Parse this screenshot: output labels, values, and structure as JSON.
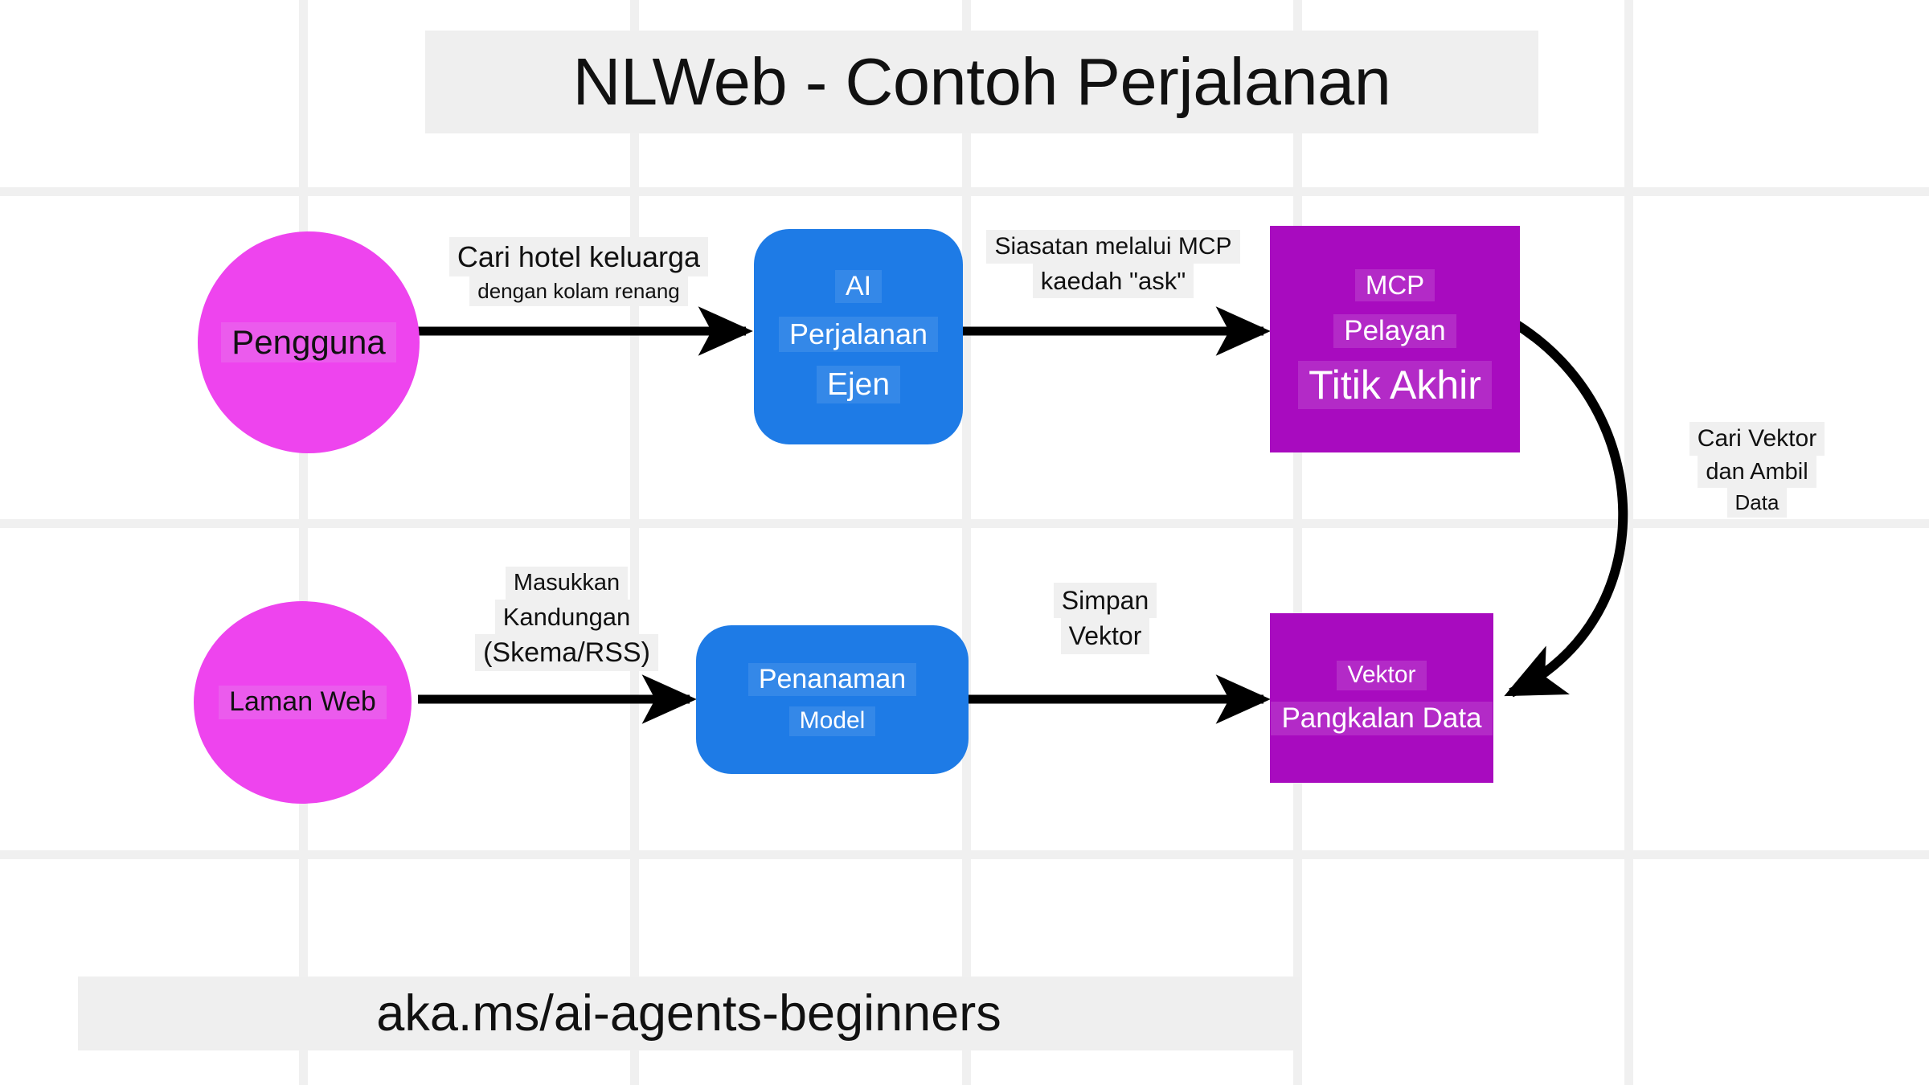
{
  "title": {
    "text": "NLWeb - Contoh Perjalanan"
  },
  "footer": {
    "url": "aka.ms/ai-agents-beginners"
  },
  "colors": {
    "user_node": "#EE44EE",
    "agent_node": "#1E7BE6",
    "server_node": "#A80BBF",
    "label_background": "#f0f0f0",
    "grid_line": "#f0f0f0",
    "arrow": "#000000",
    "canvas": "#ffffff"
  },
  "nodes": [
    {
      "id": "pengguna",
      "shape": "circle",
      "lines": [
        "Pengguna"
      ]
    },
    {
      "id": "ai-agent",
      "shape": "rounded",
      "lines": [
        "AI",
        "Perjalanan",
        "Ejen"
      ]
    },
    {
      "id": "mcp-server",
      "shape": "rect",
      "lines": [
        "MCP",
        "Pelayan",
        "Titik Akhir"
      ]
    },
    {
      "id": "laman-web",
      "shape": "circle",
      "lines": [
        "Laman Web"
      ]
    },
    {
      "id": "embedding",
      "shape": "rounded",
      "lines": [
        "Penanaman",
        "Model"
      ]
    },
    {
      "id": "vector-db",
      "shape": "rect",
      "lines": [
        "Vektor",
        "Pangkalan Data"
      ]
    }
  ],
  "edges": [
    {
      "id": "user-to-agent",
      "from": "pengguna",
      "to": "ai-agent",
      "lines": [
        "Cari hotel keluarga",
        "dengan kolam renang"
      ]
    },
    {
      "id": "agent-to-mcp",
      "from": "ai-agent",
      "to": "mcp-server",
      "lines": [
        "Siasatan melalui MCP",
        "kaedah \"ask\""
      ]
    },
    {
      "id": "mcp-to-vectordb",
      "from": "mcp-server",
      "to": "vector-db",
      "lines": [
        "Cari Vektor",
        "dan Ambil",
        "Data"
      ]
    },
    {
      "id": "web-to-embedding",
      "from": "laman-web",
      "to": "embedding",
      "lines": [
        "Masukkan",
        "Kandungan",
        "(Skema/RSS)"
      ]
    },
    {
      "id": "embedding-to-vectordb",
      "from": "embedding",
      "to": "vector-db",
      "lines": [
        "Simpan",
        "Vektor"
      ]
    }
  ]
}
